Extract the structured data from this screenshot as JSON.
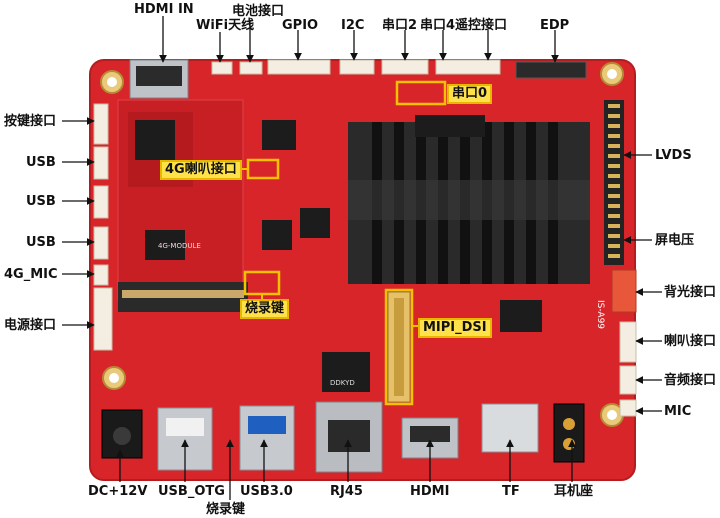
{
  "labels": {
    "hdmi_in": "HDMI IN",
    "wifi": "WiFi天线",
    "battery": "电池接口",
    "gpio": "GPIO",
    "i2c": "I2C",
    "uart2": "串口2",
    "uart4_remote": "串口4遥控接口",
    "edp": "EDP",
    "keys": "按键接口",
    "usb1": "USB",
    "usb2": "USB",
    "usb3": "USB",
    "mic4g": "4G_MIC",
    "power": "电源接口",
    "lvds": "LVDS",
    "screen_voltage": "屏电压",
    "backlight": "背光接口",
    "speaker": "喇叭接口",
    "audio": "音频接口",
    "mic": "MIC",
    "dc": "DC+12V",
    "usb_otg": "USB_OTG",
    "usb30": "USB3.0",
    "rj45": "RJ45",
    "hdmi": "HDMI",
    "tf": "TF",
    "earphone": "耳机座",
    "burn_key_bottom": "烧录键"
  },
  "callouts": {
    "speaker_4g": "4G喇叭接口",
    "burn_key": "烧录键",
    "uart0": "串口0",
    "mipi_dsi": "MIPI_DSI"
  },
  "silkscreen": {
    "module": "4G-MODULE",
    "chip_top": "DDKYD",
    "lvds_side": "IS-A99"
  },
  "colors": {
    "board": "#d8252a",
    "heatsink": "#222222",
    "callout_fill": "#ffe24a",
    "callout_border": "#e8b800"
  }
}
